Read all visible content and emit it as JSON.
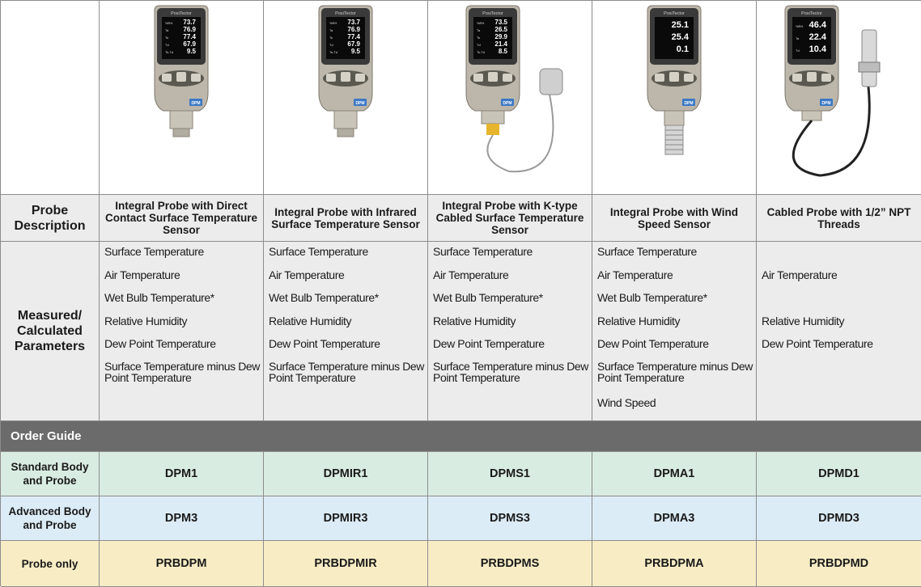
{
  "rows": {
    "probe_description_label": "Probe Description",
    "parameters_label": "Measured/ Calculated Parameters",
    "order_guide_label": "Order Guide",
    "standard_label": "Standard Body and Probe",
    "advanced_label": "Advanced Body and Probe",
    "probe_only_label": "Probe only"
  },
  "colors": {
    "standard": "#d9ece2",
    "advanced": "#dcecf6",
    "probe_only": "#f7ecc4",
    "order_bar": "#6b6b6b"
  },
  "devices": [
    {
      "brand": "PosiTector",
      "badge": "DPM",
      "readings": [
        "73.7",
        "76.9",
        "77.4",
        "67.9",
        "9.5"
      ],
      "screen_labels": [
        "%RH",
        "Ta",
        "Ts",
        "Td",
        "Ts-Td"
      ]
    },
    {
      "brand": "PosiTector",
      "badge": "DPM",
      "readings": [
        "73.7",
        "76.9",
        "77.4",
        "67.9",
        "9.5"
      ],
      "screen_labels": [
        "%RH",
        "Ta",
        "Ts",
        "Td",
        "Ts-Td"
      ]
    },
    {
      "brand": "PosiTector",
      "badge": "DPM",
      "readings": [
        "73.5",
        "26.5",
        "29.9",
        "21.4",
        "8.5"
      ],
      "screen_labels": [
        "%RH",
        "Ta",
        "Ts",
        "Td",
        "Ts-Td"
      ]
    },
    {
      "brand": "PosiTector",
      "badge": "DPM",
      "readings": [
        "25.1",
        "25.4",
        "0.1"
      ],
      "screen_labels": [
        "",
        "",
        ""
      ]
    },
    {
      "brand": "PosiTector",
      "badge": "DPM",
      "readings": [
        "46.4",
        "22.4",
        "10.4"
      ],
      "screen_labels": [
        "%RH",
        "Ta",
        "Td"
      ]
    }
  ],
  "columns": [
    {
      "description": "Integral Probe with Direct Contact Surface Temperature Sensor",
      "params": [
        "Surface Temperature",
        "Air Temperature",
        "Wet Bulb Temperature*",
        "Relative Humidity",
        "Dew Point Temperature",
        "Surface Temperature minus Dew Point Temperature"
      ],
      "standard": "DPM1",
      "advanced": "DPM3",
      "probe_only": "PRBDPM"
    },
    {
      "description": "Integral Probe with Infrared Surface Temperature Sensor",
      "params": [
        "Surface Temperature",
        "Air Temperature",
        "Wet Bulb Temperature*",
        "Relative Humidity",
        "Dew Point Temperature",
        "Surface Temperature minus Dew Point Temperature"
      ],
      "standard": "DPMIR1",
      "advanced": "DPMIR3",
      "probe_only": "PRBDPMIR"
    },
    {
      "description": "Integral Probe with K-type Cabled Surface Temperature Sensor",
      "params": [
        "Surface Temperature",
        "Air Temperature",
        "Wet Bulb Temperature*",
        "Relative Humidity",
        "Dew Point Temperature",
        "Surface Temperature minus Dew Point Temperature"
      ],
      "standard": "DPMS1",
      "advanced": "DPMS3",
      "probe_only": "PRBDPMS"
    },
    {
      "description": "Integral Probe with Wind Speed Sensor",
      "params": [
        "Surface Temperature",
        "Air Temperature",
        "Wet Bulb Temperature*",
        "Relative Humidity",
        "Dew Point Temperature",
        "Surface Temperature minus Dew Point Temperature",
        "Wind Speed"
      ],
      "standard": "DPMA1",
      "advanced": "DPMA3",
      "probe_only": "PRBDPMA"
    },
    {
      "description": "Cabled Probe with 1/2” NPT Threads",
      "params": [
        "Air Temperature",
        "Relative Humidity",
        "Dew Point Temperature"
      ],
      "standard": "DPMD1",
      "advanced": "DPMD3",
      "probe_only": "PRBDPMD"
    }
  ]
}
